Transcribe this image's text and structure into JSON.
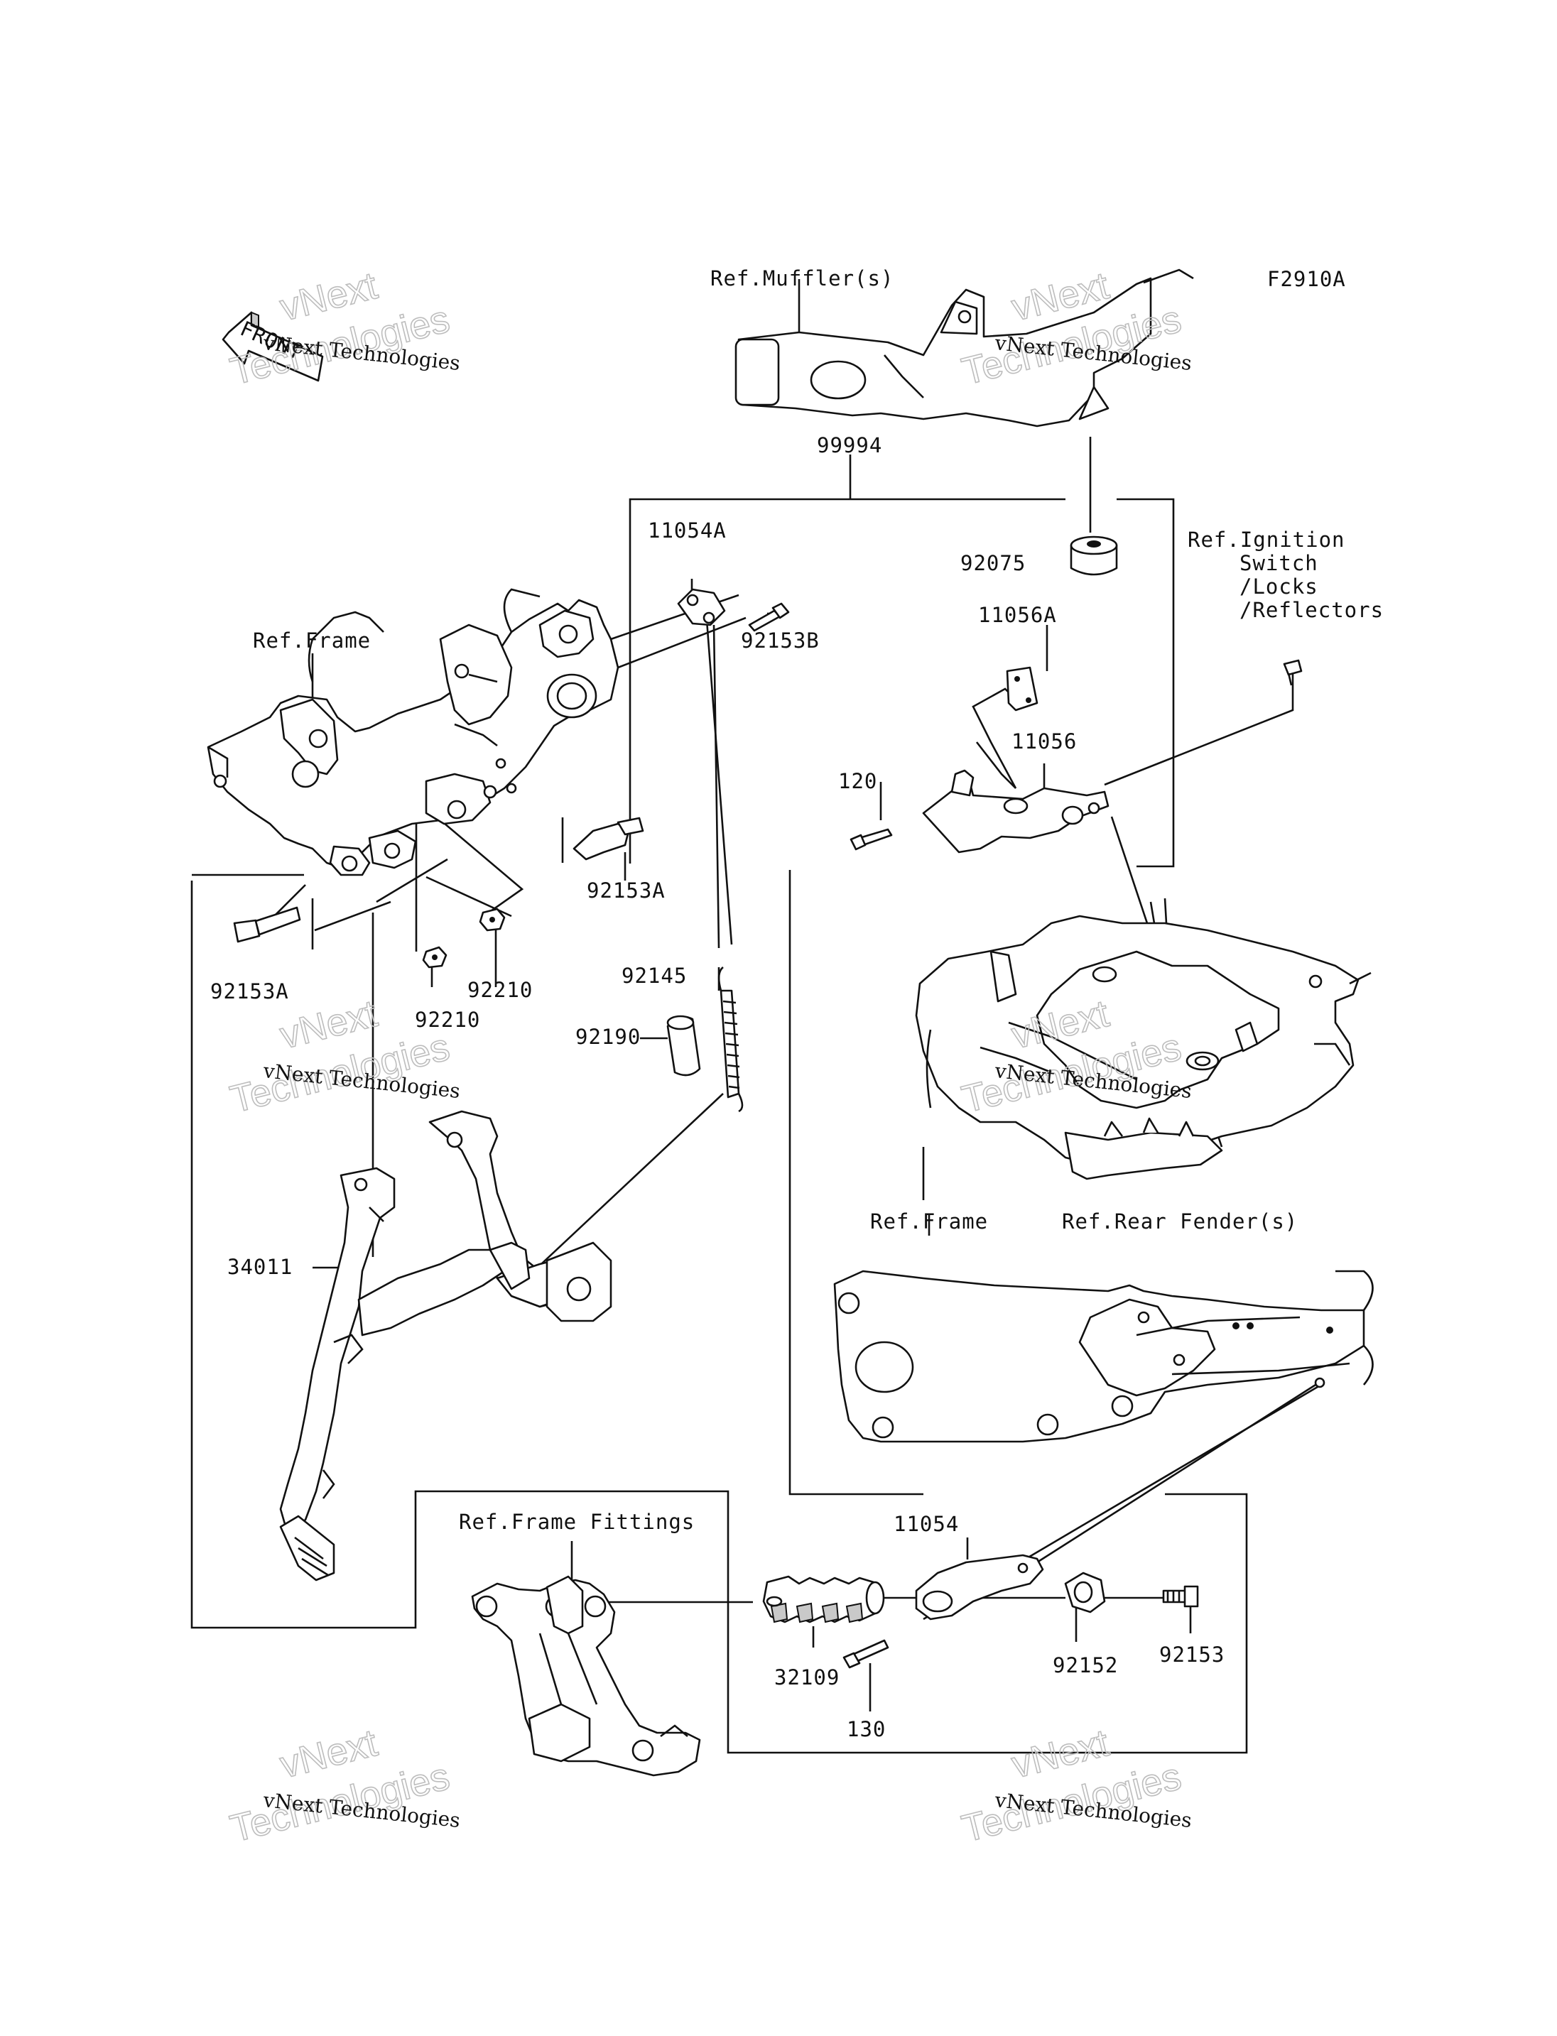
{
  "figure_code": "F2910A",
  "front_marker": "FRONT",
  "watermark": {
    "line1": "vNext Technologies",
    "line2a": "vNext",
    "line2b": "Technologies"
  },
  "refs": {
    "muffler": "Ref.Muffler(s)",
    "frame_top": "Ref.Frame",
    "ignition_1": "Ref.Ignition",
    "ignition_2": "Switch",
    "ignition_3": "/Locks",
    "ignition_4": "/Reflectors",
    "rear_fender": "Ref.Rear Fender(s)",
    "frame_right": "Ref.Frame",
    "frame_fittings": "Ref.Frame Fittings"
  },
  "parts": [
    {
      "id": "p99994",
      "label": "99994"
    },
    {
      "id": "p11054A",
      "label": "11054A"
    },
    {
      "id": "p92153B",
      "label": "92153B"
    },
    {
      "id": "p92075",
      "label": "92075"
    },
    {
      "id": "p11056A",
      "label": "11056A"
    },
    {
      "id": "p11056",
      "label": "11056"
    },
    {
      "id": "p120",
      "label": "120"
    },
    {
      "id": "p92153A_a",
      "label": "92153A"
    },
    {
      "id": "p92153A_b",
      "label": "92153A"
    },
    {
      "id": "p92210_a",
      "label": "92210"
    },
    {
      "id": "p92210_b",
      "label": "92210"
    },
    {
      "id": "p92145",
      "label": "92145"
    },
    {
      "id": "p92190",
      "label": "92190"
    },
    {
      "id": "p34011",
      "label": "34011"
    },
    {
      "id": "p11054",
      "label": "11054"
    },
    {
      "id": "p32109",
      "label": "32109"
    },
    {
      "id": "p130",
      "label": "130"
    },
    {
      "id": "p92152",
      "label": "92152"
    },
    {
      "id": "p92153",
      "label": "92153"
    }
  ]
}
